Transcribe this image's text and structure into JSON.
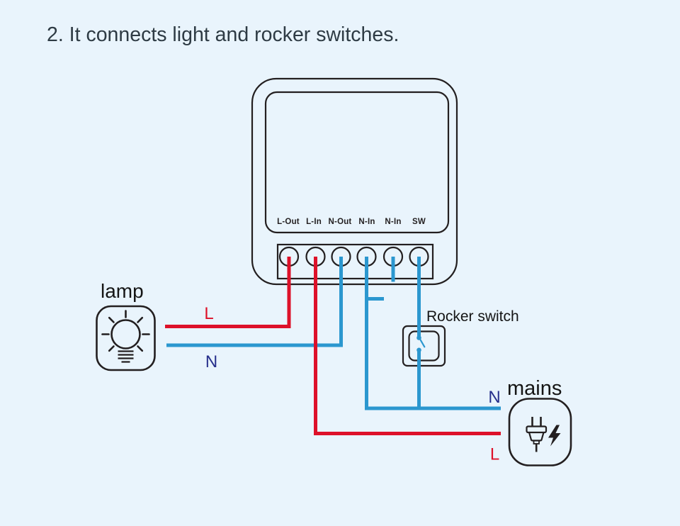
{
  "title": "2. It connects light and rocker switches.",
  "device": {
    "terminal_labels": [
      "L-Out",
      "L-In",
      "N-Out",
      "N-In",
      "N-In",
      "SW"
    ]
  },
  "lamp": {
    "label": "lamp",
    "live_label": "L",
    "neutral_label": "N"
  },
  "rocker_switch": {
    "label": "Rocker switch"
  },
  "mains": {
    "label": "mains",
    "neutral_label": "N",
    "live_label": "L"
  },
  "colors": {
    "background": "#e9f4fc",
    "wire_red": "#dd1129",
    "wire_blue": "#2b97cf",
    "label_navy": "#27308c",
    "outline": "#231f20",
    "title_color": "#2e3b44"
  }
}
